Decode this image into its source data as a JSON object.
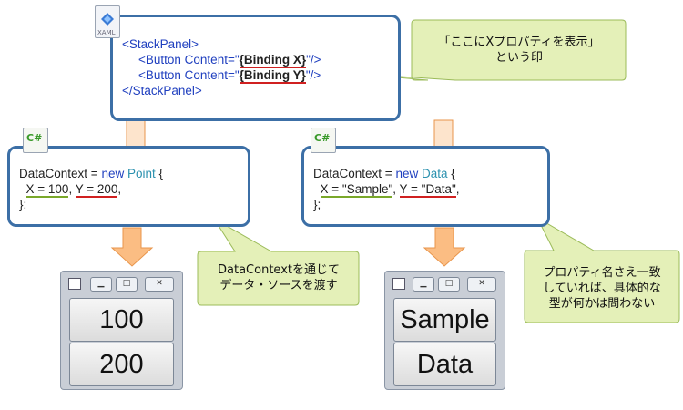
{
  "xaml_panel": {
    "icon_label": "XAML",
    "line1_tag": "<StackPanel>",
    "line2_open": "<Button Content=\"",
    "line2_bind": "{Binding X}",
    "line2_close": "\"/>",
    "line3_open": "<Button Content=\"",
    "line3_bind": "{Binding Y}",
    "line3_close": "\"/>",
    "line4_tag": "</StackPanel>"
  },
  "callout_top": {
    "text": "「ここにXプロパティを表示」\nという印"
  },
  "left_code": {
    "badge": "C#",
    "l1_a": "DataContext = ",
    "l1_kw": "new",
    "l1_sp": " ",
    "l1_type": "Point",
    "l1_b": " {",
    "l2_indent": "  ",
    "l2_x": "X = 100",
    "l2_sep": ", ",
    "l2_y": "Y = 200",
    "l2_end": ",",
    "l3": "};"
  },
  "right_code": {
    "badge": "C#",
    "l1_a": "DataContext = ",
    "l1_kw": "new",
    "l1_sp": " ",
    "l1_type": "Data",
    "l1_b": " {",
    "l2_indent": "  ",
    "l2_x": "X = \"Sample\"",
    "l2_sep": ", ",
    "l2_y": "Y = \"Data\"",
    "l2_end": ",",
    "l3": "};"
  },
  "callout_mid": {
    "text": "DataContextを通じて\nデータ・ソースを渡す"
  },
  "callout_right": {
    "text": "プロパティ名さえ一致\nしていれば、具体的な\n型が何かは問わない"
  },
  "left_window": {
    "button1": "100",
    "button2": "200"
  },
  "right_window": {
    "button1": "Sample",
    "button2": "Data"
  },
  "window_controls": {
    "minimize": "▁",
    "maximize": "□",
    "close": "✕"
  },
  "colors": {
    "box_border": "#3c6fa6",
    "callout_fill": "#e4f0b8",
    "callout_border": "#9bbb59",
    "arrow_fill": "#fbbd83",
    "arrow_border": "#e8954b",
    "underline_green": "#7aa82a",
    "underline_red": "#d02020"
  }
}
